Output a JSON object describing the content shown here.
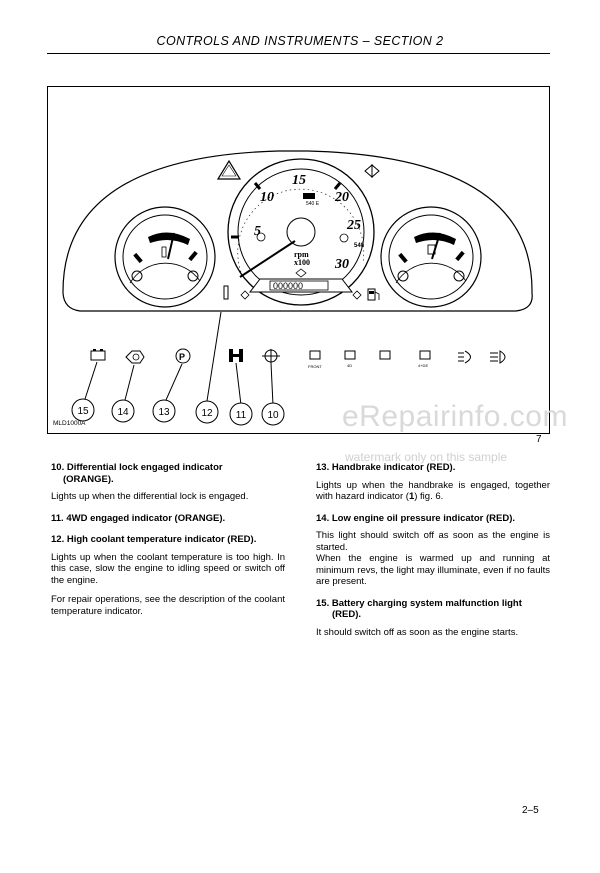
{
  "header": {
    "title": "CONTROLS AND INSTRUMENTS – SECTION 2"
  },
  "figure": {
    "code": "MLD1000A",
    "number": "7",
    "speedo_ticks": [
      "5",
      "10",
      "15",
      "20",
      "25",
      "30"
    ],
    "rpm_label": "rpm",
    "rpm_mult": "x100",
    "pto_540e": "540 E",
    "pto_540": "540",
    "counter": "000000",
    "callouts": [
      "15",
      "14",
      "13",
      "12",
      "11",
      "10"
    ],
    "icons": {
      "front": "FRONT",
      "four_wd": "4D",
      "four_de": "4+DE"
    }
  },
  "watermark": {
    "brand": "eRepairinfo.com",
    "note": "watermark only on this sample"
  },
  "left_column": {
    "s10_title_line1": "10. Differential lock engaged indicator",
    "s10_title_line2": "(ORANGE).",
    "s10_body": "Lights up when the differential lock is engaged.",
    "s11_title": "11. 4WD engaged indicator (ORANGE).",
    "s12_title": "12. High coolant temperature indicator (RED).",
    "s12_body1": "Lights up when the coolant temperature is too high. In this case, slow the engine to idling speed or switch off the engine.",
    "s12_body2": "For repair operations, see the description of the coolant temperature indicator."
  },
  "right_column": {
    "s13_title": "13. Handbrake indicator (RED).",
    "s13_body_pre": "Lights up when the handbrake is engaged, together with hazard indicator (",
    "s13_body_ref": "1",
    "s13_body_post": ") fig. 6.",
    "s14_title": "14. Low engine oil pressure indicator (RED).",
    "s14_body1": "This light should switch off as soon as the engine is started.",
    "s14_body2": "When the engine is warmed up and running at minimum revs, the light may illuminate, even if no faults are present.",
    "s15_title_line1": "15. Battery charging system malfunction light",
    "s15_title_line2": "(RED).",
    "s15_body": "It should switch off as soon as the engine starts."
  },
  "footer": {
    "page_number": "2–5"
  }
}
